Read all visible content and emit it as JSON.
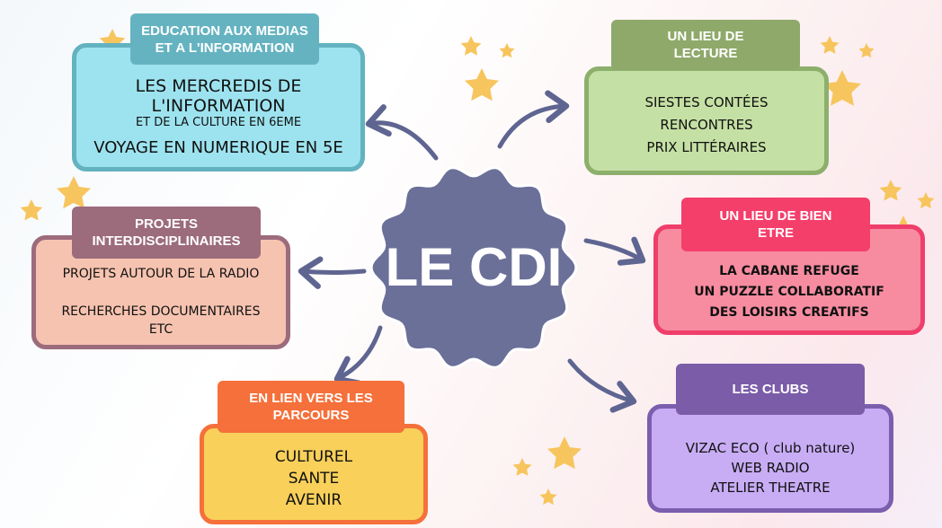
{
  "center": {
    "title": "LE CDI"
  },
  "nodes": {
    "emi": {
      "header": [
        "EDUCATION AUX MEDIAS",
        "ET A L'INFORMATION"
      ],
      "lines": [
        "LES MERCREDIS DE",
        "L'INFORMATION",
        "ET DE LA CULTURE EN 6EME",
        "VOYAGE EN NUMERIQUE EN 5E"
      ]
    },
    "lecture": {
      "header": [
        "UN LIEU DE",
        "LECTURE"
      ],
      "lines": [
        "SIESTES CONTÉES",
        "RENCONTRES",
        "PRIX LITTÉRAIRES"
      ]
    },
    "projets": {
      "header": [
        "PROJETS",
        "INTERDISCIPLINAIRES"
      ],
      "lines": [
        "PROJETS AUTOUR DE LA RADIO",
        "RECHERCHES DOCUMENTAIRES",
        "ETC"
      ]
    },
    "bienetre": {
      "header": [
        "UN LIEU DE  BIEN",
        "ETRE"
      ],
      "lines": [
        "LA CABANE  REFUGE",
        "UN PUZZLE COLLABORATIF",
        "DES LOISIRS CREATIFS"
      ]
    },
    "parcours": {
      "header": [
        "EN LIEN VERS LES",
        "PARCOURS"
      ],
      "lines": [
        "CULTUREL",
        "SANTE",
        "AVENIR"
      ]
    },
    "clubs": {
      "header": [
        "LES CLUBS"
      ],
      "lines": [
        "VIZAC ECO ( club nature)",
        "WEB RADIO",
        "ATELIER THEATRE"
      ]
    }
  },
  "colors": {
    "arrow": "#5f6591",
    "center": "#6b7099",
    "star": "#f7c55e"
  }
}
